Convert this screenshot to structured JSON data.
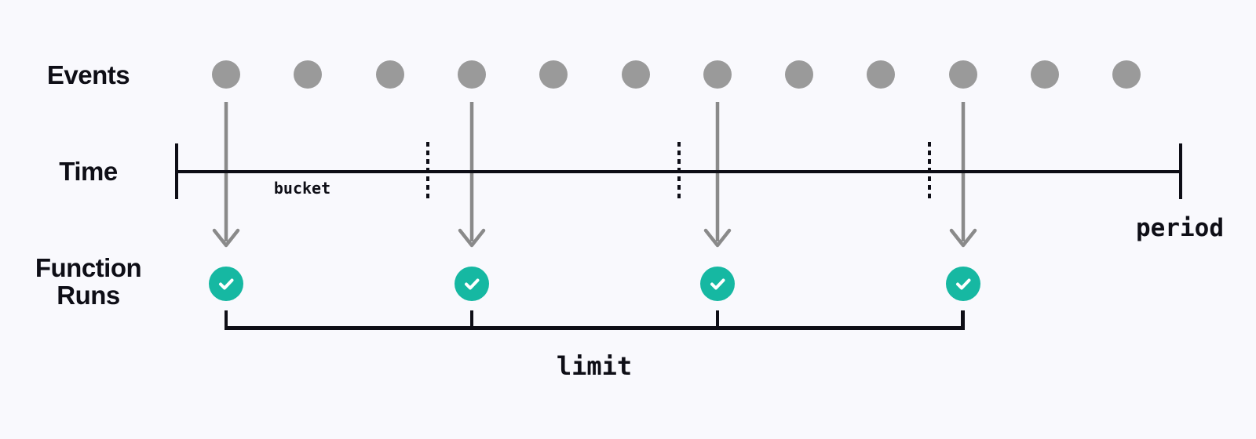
{
  "diagram": {
    "labels": {
      "events": "Events",
      "time": "Time",
      "function_runs": "Function Runs",
      "bucket": "bucket",
      "period": "period",
      "limit": "limit"
    },
    "events": {
      "count": 12
    },
    "function_runs": {
      "count": 4,
      "triggered_by_event_indices": [
        0,
        3,
        6,
        9
      ]
    },
    "time_axis": {
      "bucket_count": 4
    },
    "icons": {
      "run_status": "check-icon",
      "event_trigger": "down-arrow-icon"
    },
    "colors": {
      "background": "#f9f9fd",
      "ink": "#0e0e16",
      "event_dot": "#9a9a9a",
      "arrow": "#8a8a8a",
      "run_circle": "#16b8a2",
      "run_check": "#ffffff"
    }
  }
}
